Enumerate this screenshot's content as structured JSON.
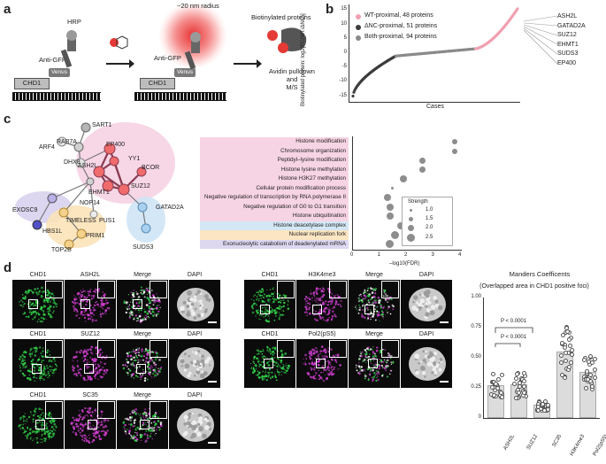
{
  "panels": {
    "a": "a",
    "b": "b",
    "c": "c",
    "d": "d"
  },
  "panel_a": {
    "hrp": "HRP",
    "anti_gfp_1": "Anti-GFP",
    "anti_gfp_2": "Anti-GFP",
    "venus_1": "Venus",
    "venus_2": "Venus",
    "chd1_1": "CHD1",
    "chd1_2": "CHD1",
    "radius": "~20 nm radius",
    "biotinylated": "Biotinylated proteins",
    "pulldown_1": "Avidin pulldown",
    "pulldown_2": "and",
    "pulldown_3": "M/S",
    "biotin_symbol": "B"
  },
  "panel_b": {
    "legend": [
      {
        "label": "WT-proximal, 48 proteins",
        "color": "#f0a0b0"
      },
      {
        "label": "ΔNC-proximal, 51 proteins",
        "color": "#3c3c3c"
      },
      {
        "label": "Both-proximal, 94 proteins",
        "color": "#8a8a8a"
      }
    ],
    "ylabel": "Biotinylated protein: log2[FC(WT/ΔNC)]",
    "xlabel": "Cases",
    "yticks": [
      "15",
      "10",
      "5",
      "0",
      "-5",
      "-10",
      "-15"
    ],
    "highlight": [
      "ASH2L",
      "GATAD2A",
      "SUZ12",
      "EHMT1",
      "SUDS3",
      "EP400"
    ]
  },
  "panel_c": {
    "nodes": [
      "SART1",
      "RAB7A",
      "ARF4",
      "DHX8",
      "EP400",
      "YY1",
      "ASH2L",
      "BCOR",
      "SUZ12",
      "EHMT1",
      "NOP14",
      "EXOSC9",
      "HBS1L",
      "TIMELESS",
      "PUS1",
      "GATAD2A",
      "TOP2B",
      "PRIM1",
      "SUDS3"
    ],
    "terms": [
      "Histone modification",
      "Chromosome organization",
      "Peptidyl–lysine modification",
      "Histone lysine methylation",
      "Histone H3K27 methylation",
      "Cellular protein modification process",
      "Negative regulation of transcription by RNA polymerase II",
      "Negative regulation of G0 to G1 transition",
      "Histone ubiquitination",
      "Histone deacetylase complex",
      "Nuclear replication fork",
      "Exonucleolytic catabolism of deadenylated mRNA"
    ],
    "fdr": [
      3.8,
      3.8,
      2.6,
      2.6,
      1.9,
      1.5,
      1.3,
      1.4,
      1.4,
      1.8,
      1.6,
      1.4
    ],
    "xticks": [
      "0",
      "1",
      "2",
      "3",
      "4"
    ],
    "xlabel": "–log10(FDR)",
    "strength_title": "Strength",
    "strength_values": [
      "1.0",
      "1.5",
      "2.0",
      "2.5"
    ]
  },
  "panel_d": {
    "row1a": [
      "CHD1",
      "ASH2L",
      "Merge",
      "DAPI"
    ],
    "row2a": [
      "CHD1",
      "SUZ12",
      "Merge",
      "DAPI"
    ],
    "row3a": [
      "CHD1",
      "SC35",
      "Merge",
      "DAPI"
    ],
    "row1b": [
      "CHD1",
      "H3K4me3",
      "Merge",
      "DAPI"
    ],
    "row2b": [
      "CHD1",
      "Pol2(pS5)",
      "Merge",
      "DAPI"
    ]
  },
  "chart_data": {
    "type": "bar",
    "title": "Manders Coefficents",
    "subtitle": "(Overlapped area in CHD1 positive foci)",
    "categories": [
      "ASH2L",
      "SUZ12",
      "SC35",
      "H3K4me3",
      "Pol2(pS5)"
    ],
    "values": [
      0.27,
      0.28,
      0.11,
      0.55,
      0.38
    ],
    "ylim": [
      0,
      1.0
    ],
    "yticks": [
      "0",
      "0.25",
      "0.50",
      "0.75",
      "1.00"
    ],
    "annotations": [
      "P < 0.0001",
      "P < 0.0001"
    ]
  }
}
